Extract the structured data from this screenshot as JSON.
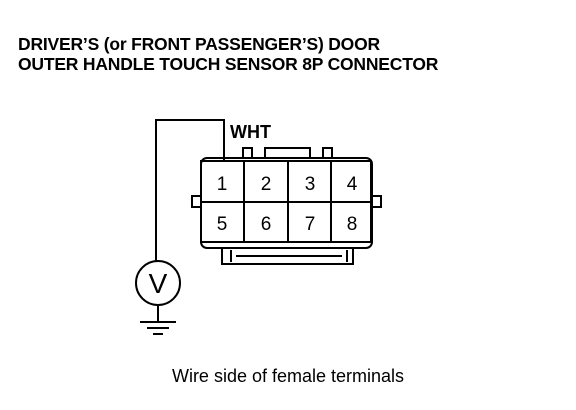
{
  "title": {
    "line1": "DRIVER’S (or FRONT PASSENGER’S) DOOR",
    "line2": "OUTER HANDLE TOUCH SENSOR 8P CONNECTOR"
  },
  "wire_color_label": "WHT",
  "connector": {
    "pins": [
      "1",
      "2",
      "3",
      "4",
      "5",
      "6",
      "7",
      "8"
    ]
  },
  "meter": {
    "symbol": "V",
    "icon": "voltmeter-icon"
  },
  "ground": {
    "icon": "ground-icon"
  },
  "caption": "Wire side of female terminals"
}
